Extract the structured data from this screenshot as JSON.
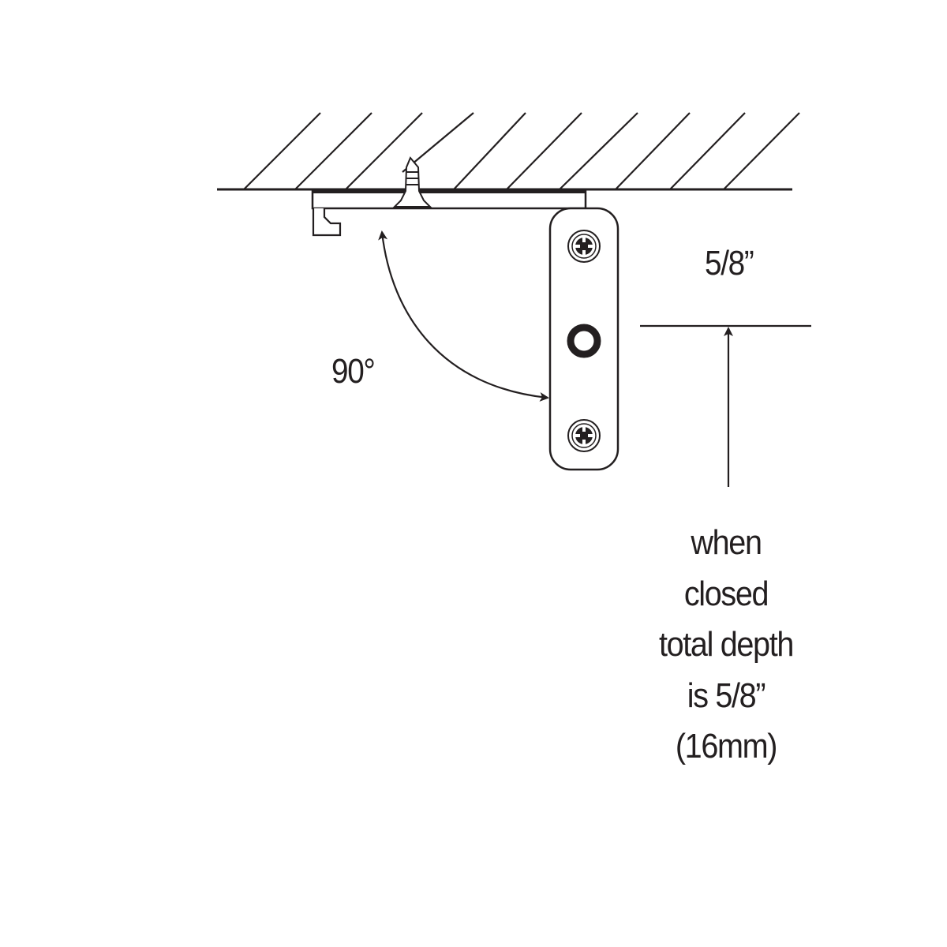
{
  "diagram": {
    "type": "technical-drawing",
    "subject": "folding hinge / bracket mounted under surface",
    "colors": {
      "line": "#231f20",
      "background": "#ffffff"
    },
    "angle_label": "90°",
    "dimension_label": "5/8”",
    "note": {
      "lines": [
        "when",
        "closed",
        "total depth",
        "is 5/8”",
        "(16mm)"
      ]
    },
    "parts": {
      "surface": "hatched-mounting-surface",
      "mount_plate": "horizontal-mount-plate",
      "fixing_screw": "wood-screw",
      "bracket_arm": "rotating-arm",
      "arm_holes": [
        "phillips-screw",
        "pivot-ring",
        "phillips-screw"
      ],
      "arrows": [
        "90-degree-rotation-arc",
        "depth-dimension-arrow"
      ]
    }
  }
}
